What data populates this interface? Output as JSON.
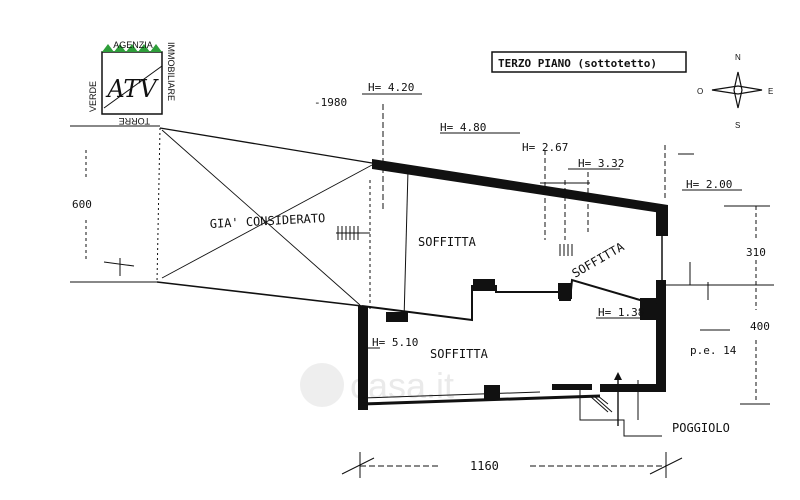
{
  "logo": {
    "top_text": "AGENZIA",
    "left_text": "VERDE",
    "right_text": "IMMOBILIARE",
    "bottom_text": "TORRE",
    "monogram": "ATV",
    "accent_color": "#2e9e3a"
  },
  "title": "TERZO PIANO (sottotetto)",
  "compass": {
    "n": "N",
    "s": "S",
    "e": "E",
    "o": "O"
  },
  "heights": {
    "h420": "H= 4.20",
    "h480": "H= 4.80",
    "h267": "H= 2.67",
    "h332": "H= 3.32",
    "h200": "H= 2.00",
    "h138": "H= 1.38",
    "h510": "H= 5.10"
  },
  "dimensions": {
    "d1980": "-1980",
    "d600": "600",
    "d310": "310",
    "d400": "400",
    "d1160": "1160"
  },
  "rooms": {
    "gia_considerato": "GIA' CONSIDERATO",
    "soffitta_1": "SOFFITTA",
    "soffitta_2": "SOFFITTA",
    "soffitta_3": "SOFFITTA",
    "poggiolo": "POGGIOLO",
    "pe": "p.e. 14"
  },
  "watermark": "casa.it"
}
